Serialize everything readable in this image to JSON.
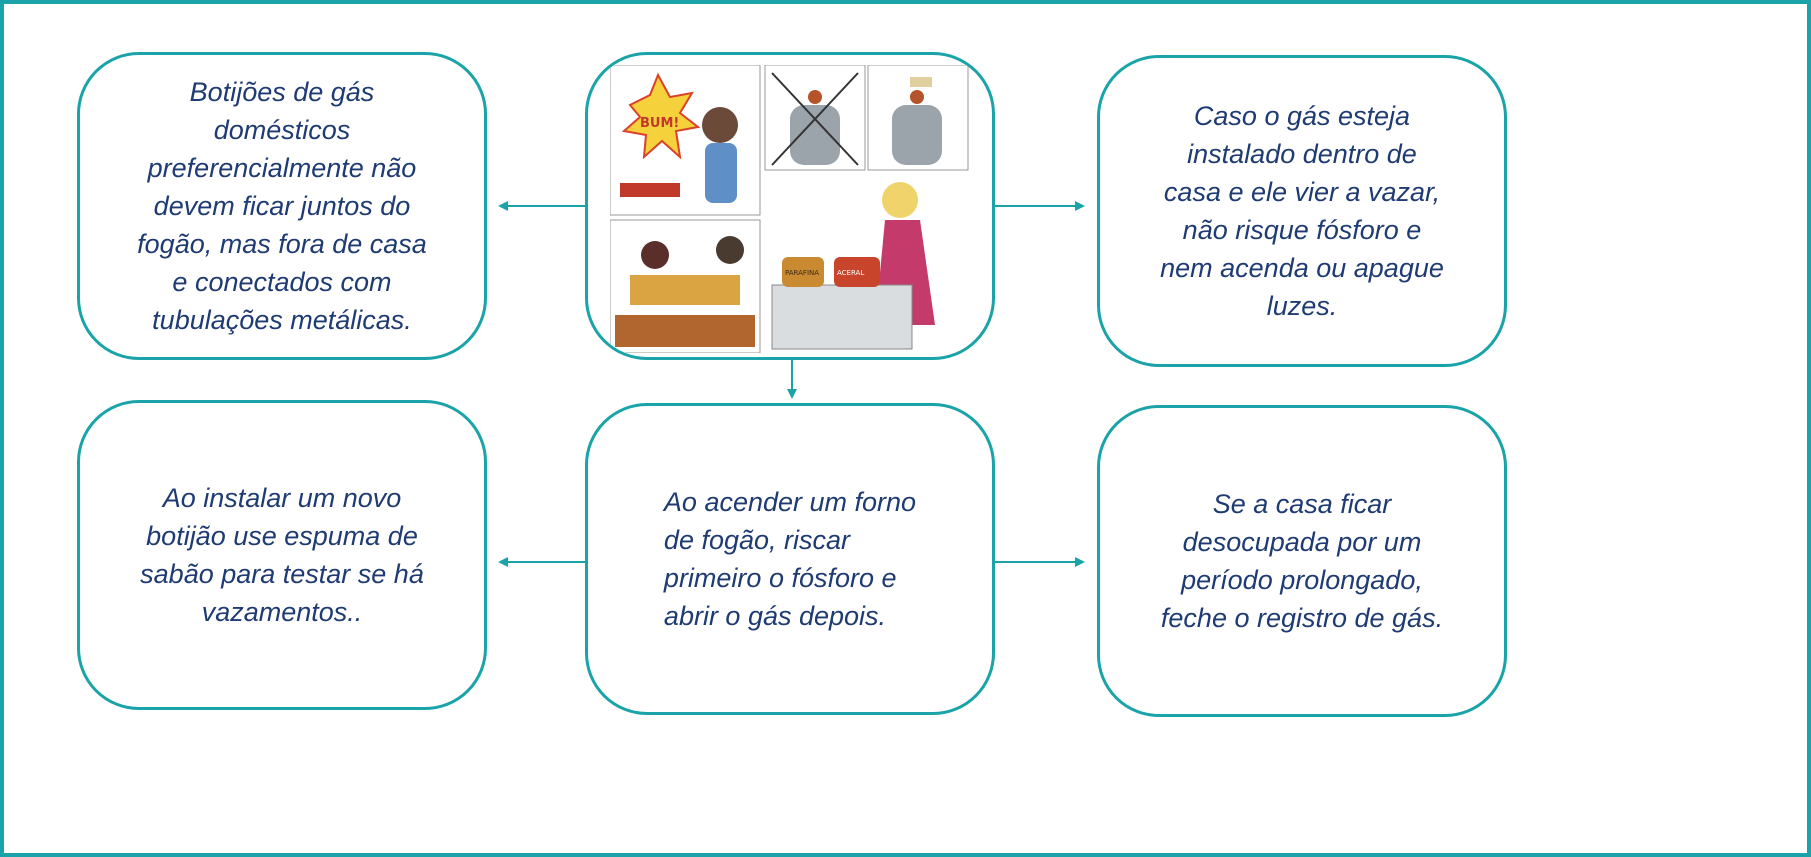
{
  "colors": {
    "accent": "#1aa3a8",
    "text": "#1f3b73"
  },
  "boxes": {
    "top_left": "Botijões de gás\ndomésticos\npreferencialmente não\ndevem ficar juntos do\nfogão, mas fora de casa\ne conectados com\ntubulações metálicas.",
    "top_right": "Caso o gás esteja\ninstalado dentro de\ncasa e ele vier a vazar,\nnão risque fósforo e\nnem acenda ou apague\nluzes.",
    "bottom_left": "Ao instalar um novo\nbotijão use espuma de\nsabão para testar se há\nvazamentos..",
    "bottom_center": "Ao acender um forno\nde fogão, riscar\nprimeiro o fósforo e\nabrir o gás depois.",
    "bottom_right": "Se a casa ficar\ndesocupada por um\nperíodo prolongado,\nfeche o registro de gás."
  },
  "illustration": {
    "panel_labels": [
      "BUM!",
      "PARAFINA",
      "ACERAL"
    ]
  }
}
